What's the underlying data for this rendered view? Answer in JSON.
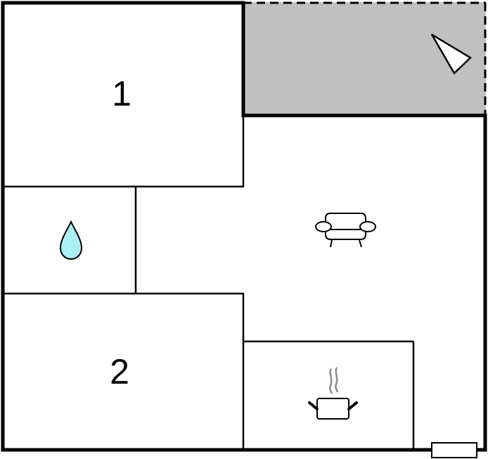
{
  "diagram": {
    "type": "floor-plan",
    "colors": {
      "wall": "#000000",
      "background": "#ffffff",
      "terrace": "#c0c0c0",
      "water_drop": "#aaf0f5",
      "steam": "#8c8c8c"
    },
    "rooms": [
      {
        "id": "bedroom-1",
        "label": "1",
        "icon": null
      },
      {
        "id": "bathroom",
        "label": "",
        "icon": "water-drop-icon"
      },
      {
        "id": "bedroom-2",
        "label": "2",
        "icon": null
      },
      {
        "id": "living-room",
        "label": "",
        "icon": "sofa-icon"
      },
      {
        "id": "kitchen",
        "label": "",
        "icon": "cooking-pot-icon"
      },
      {
        "id": "terrace",
        "label": "",
        "icon": "compass-pointer-icon"
      }
    ],
    "entrance": {
      "icon": "door-icon"
    }
  }
}
